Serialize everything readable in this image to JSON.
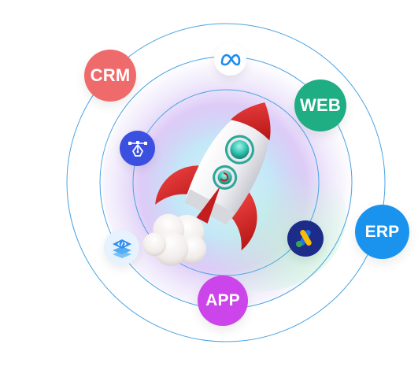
{
  "badges": {
    "crm": {
      "label": "CRM",
      "color": "#ef6b6b"
    },
    "web": {
      "label": "WEB",
      "color": "#1fad83"
    },
    "erp": {
      "label": "ERP",
      "color": "#1a93ef"
    },
    "app": {
      "label": "APP",
      "color": "#cc45ea"
    }
  },
  "icons": {
    "meta": {
      "name": "meta-logo-icon",
      "color": "#1a8cf2"
    },
    "pen_tool": {
      "name": "pen-tool-icon",
      "color": "#3b4fe0"
    },
    "code_layers": {
      "name": "code-layers-icon",
      "color": "#2f9bf0"
    },
    "google_ads": {
      "name": "google-ads-icon",
      "color": "#1c2c88"
    }
  },
  "illustration": {
    "name": "rocket-launch-illustration",
    "rocket_body_color": "#f3f3f5",
    "rocket_fin_color": "#e02a2a",
    "window_color": "#36c9b8",
    "glow_colors": [
      "#c88cf0",
      "#8fd0f3",
      "#bff0d8"
    ],
    "orbit_color": "#4aa3e3"
  }
}
